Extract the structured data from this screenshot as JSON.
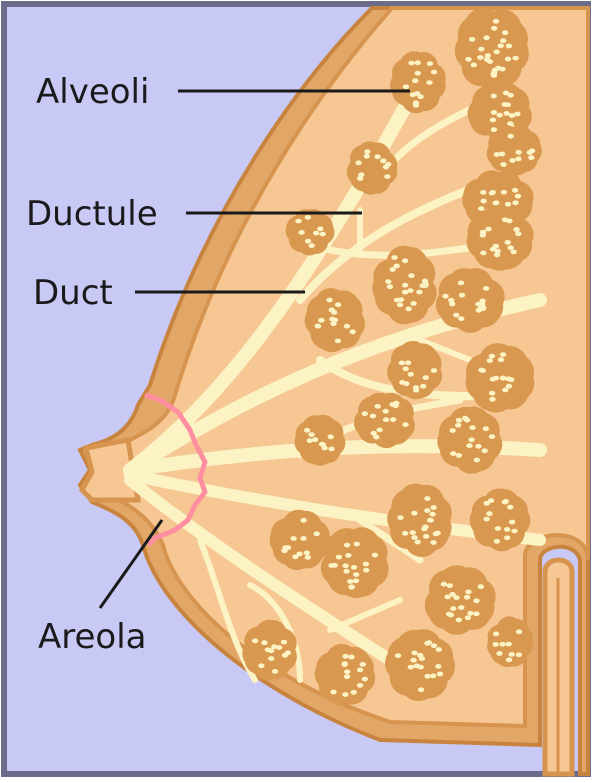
{
  "labels": {
    "alveoli": "Alveoli",
    "ductule": "Ductule",
    "duct": "Duct",
    "areola": "Areola"
  },
  "colors": {
    "background": "#c9c9f5",
    "frame": "#6b6b8c",
    "tissue": "#f6c793",
    "tissue_outline": "#d7944f",
    "lobule": "#d9984f",
    "duct": "#fbf3c4",
    "areola": "#ff8fa0",
    "leader": "#1a1a1a"
  }
}
